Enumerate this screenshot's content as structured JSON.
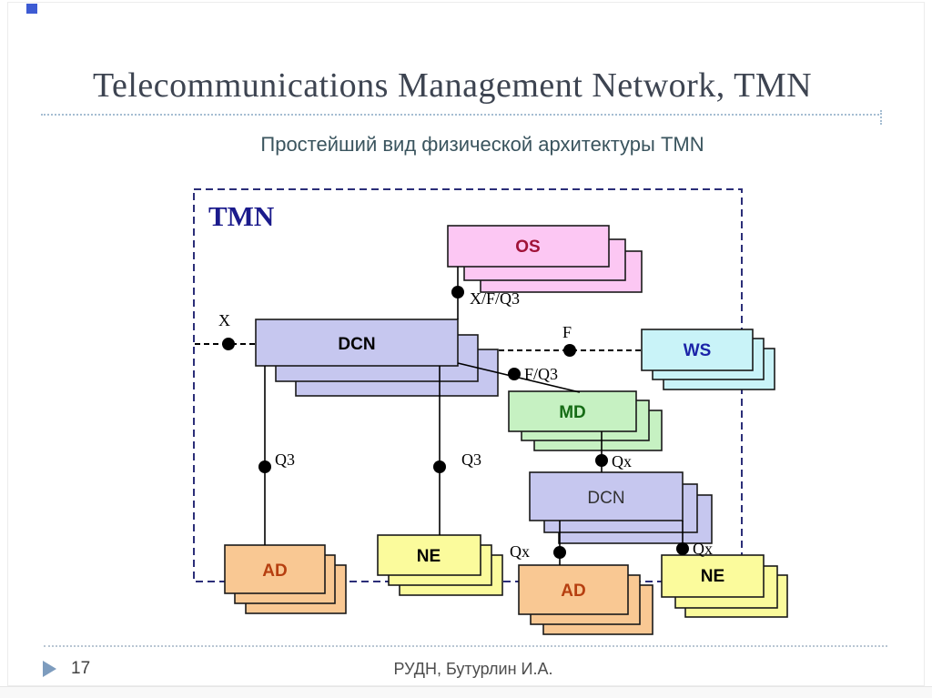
{
  "slide": {
    "title": "Telecommunications Management Network, TMN",
    "subtitle": "Простейший вид физической архитектуры TMN",
    "footer": {
      "page": "17",
      "credit": "РУДН, Бутурлин И.А."
    }
  },
  "diagram": {
    "boundary_label": "TMN",
    "box_labels": {
      "os": "OS",
      "dcn_top": "DCN",
      "ws": "WS",
      "md": "MD",
      "dcn_mid": "DCN",
      "ad_left": "AD",
      "ne_left": "NE",
      "ad_right": "AD",
      "ne_right": "NE"
    },
    "interface_labels": {
      "x": "X",
      "xfq3": "X/F/Q3",
      "f": "F",
      "fq3": "F/Q3",
      "q3_left": "Q3",
      "q3_right": "Q3",
      "qx_top": "Qx",
      "qx_bottom_left": "Qx",
      "qx_bottom_right": "Qx"
    }
  },
  "colors": {
    "title_text": "#3d4451",
    "subtitle_text": "#3a545e",
    "boundary": "#2b2e78",
    "tmn_label": "#1b1b8c",
    "corner_square": "#3d5bd3",
    "footer_bullet": "#7d9cbe",
    "box_fills": {
      "os": "#fcc7f3",
      "dcn": "#c6c7ef",
      "ws": "#c9f3f8",
      "md": "#c6f1c2",
      "ad": "#f9c893",
      "ne": "#fbfb9c"
    },
    "box_label_colors": {
      "os": "#a01238",
      "dcn_top": "#000000",
      "ws": "#1c24a8",
      "md": "#156c15",
      "dcn_mid": "#333333",
      "ad": "#b63f10",
      "ne": "#000000"
    }
  }
}
